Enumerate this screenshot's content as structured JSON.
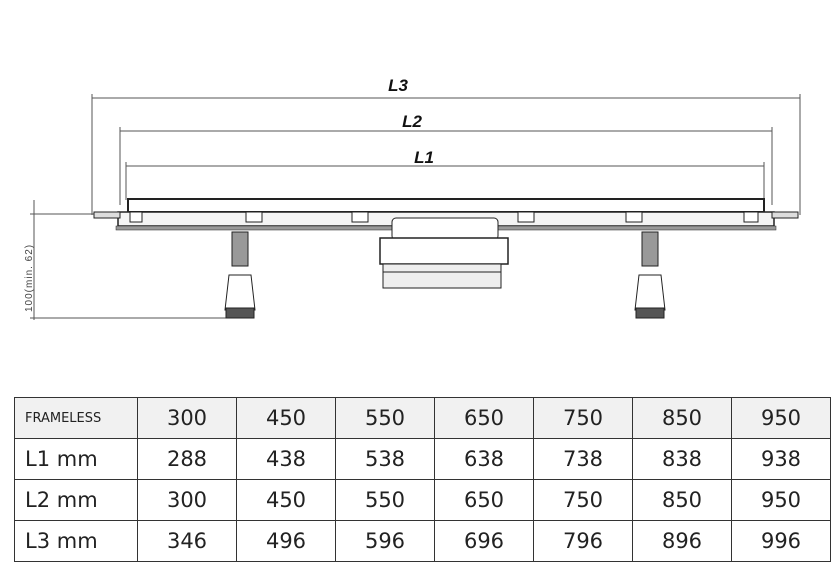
{
  "drawing": {
    "dimensions": [
      "L3",
      "L2",
      "L1"
    ],
    "height_label": "100(min. 62)"
  },
  "table": {
    "header": {
      "label": "FRAMELESS",
      "values": [
        "300",
        "450",
        "550",
        "650",
        "750",
        "850",
        "950"
      ]
    },
    "rows": [
      {
        "label": "L1 mm",
        "values": [
          "288",
          "438",
          "538",
          "638",
          "738",
          "838",
          "938"
        ]
      },
      {
        "label": "L2 mm",
        "values": [
          "300",
          "450",
          "550",
          "650",
          "750",
          "850",
          "950"
        ]
      },
      {
        "label": "L3 mm",
        "values": [
          "346",
          "496",
          "596",
          "696",
          "796",
          "896",
          "996"
        ]
      }
    ]
  }
}
